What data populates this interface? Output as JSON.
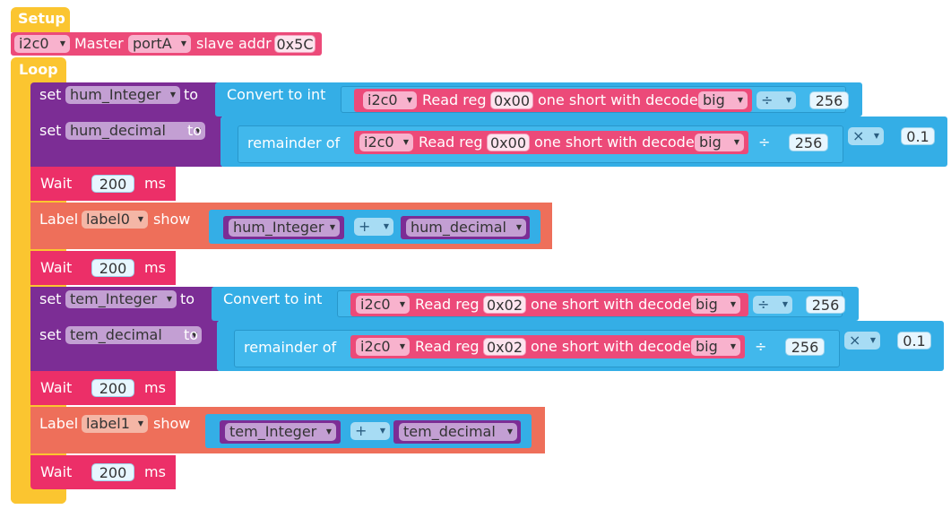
{
  "setup": {
    "label": "Setup",
    "i2c": "i2c0",
    "master_label": "Master",
    "port": "portA",
    "slave_addr_label": "slave addr",
    "slave_addr": "0x5C"
  },
  "loop": {
    "label": "Loop",
    "set_label": "set",
    "to_label": "to",
    "convert_label": "Convert to int",
    "remainder_label": "remainder of",
    "read_reg_label": "Read reg",
    "decode_label": "one short with decode",
    "wait_label": "Wait",
    "ms_label": "ms",
    "label_label": "Label",
    "show_label": "show",
    "div_op": "÷",
    "mul_op": "×",
    "plus_op": "+",
    "rows": {
      "r1": {
        "var": "hum_Integer",
        "i2c": "i2c0",
        "reg": "0x00",
        "endian": "big",
        "divisor": "256"
      },
      "r2": {
        "var": "hum_decimal",
        "i2c": "i2c0",
        "reg": "0x00",
        "endian": "big",
        "divisor": "256",
        "factor": "0.1"
      },
      "r3": {
        "wait": "200"
      },
      "r4": {
        "label": "label0",
        "a": "hum_Integer",
        "b": "hum_decimal"
      },
      "r5": {
        "wait": "200"
      },
      "r6": {
        "var": "tem_Integer",
        "i2c": "i2c0",
        "reg": "0x02",
        "endian": "big",
        "divisor": "256"
      },
      "r7": {
        "var": "tem_decimal",
        "i2c": "i2c0",
        "reg": "0x02",
        "endian": "big",
        "divisor": "256",
        "factor": "0.1"
      },
      "r8": {
        "wait": "200"
      },
      "r9": {
        "label": "label1",
        "a": "tem_Integer",
        "b": "tem_decimal"
      },
      "r10": {
        "wait": "200"
      }
    }
  },
  "colors": {
    "setup_yellow": "#fbc530",
    "i2c_pink": "#ec4a79",
    "variable_purple": "#7c2d95",
    "math_blue": "#34aee6",
    "wait_pink": "#ec2f68",
    "label_orange": "#ee6f5a"
  }
}
